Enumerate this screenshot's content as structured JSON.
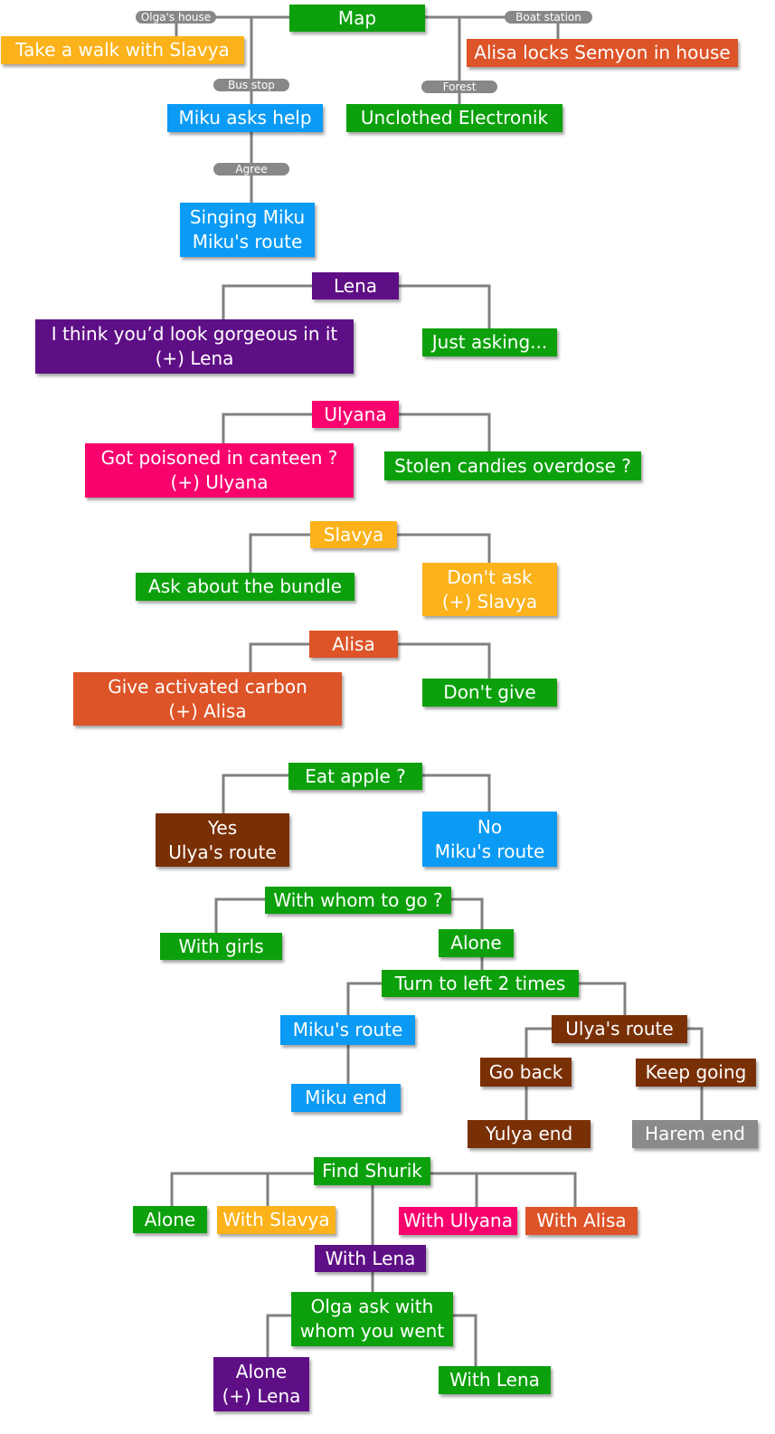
{
  "colors": {
    "green": "#0ca10c",
    "orange": "#fbb21b",
    "red": "#dd5428",
    "blue": "#0b9bf5",
    "purple": "#5f0f86",
    "pink": "#f8036e",
    "brown": "#7a3005",
    "gray": "#8a8a8a",
    "connector": "#808080",
    "pill": "#888888"
  },
  "nodes": {
    "map": "Map",
    "walk_slavya": "Take a walk with Slavya",
    "alisa_locks": "Alisa locks Semyon in house",
    "miku_asks": "Miku asks help",
    "unclothed": "Unclothed Electronik",
    "singing_miku": [
      "Singing Miku",
      "Miku's route"
    ],
    "lena": "Lena",
    "lena_gorgeous": [
      "I think you’d look gorgeous in it",
      "(+) Lena"
    ],
    "just_asking": "Just asking...",
    "ulyana": "Ulyana",
    "poisoned": [
      "Got poisoned in canteen ?",
      "(+) Ulyana"
    ],
    "candies": "Stolen candies overdose ?",
    "slavya": "Slavya",
    "bundle": "Ask about the bundle",
    "dont_ask": [
      "Don't ask",
      "(+) Slavya"
    ],
    "alisa": "Alisa",
    "carbon": [
      "Give activated carbon",
      "(+) Alisa"
    ],
    "dont_give": "Don't give",
    "apple": "Eat apple ?",
    "yes": [
      "Yes",
      "Ulya's route"
    ],
    "no": [
      "No",
      "Miku's route"
    ],
    "whom": "With whom to go ?",
    "with_girls": "With girls",
    "alone1": "Alone",
    "turn_left": "Turn to left 2 times",
    "miku_route": "Miku's route",
    "ulya_route": "Ulya's route",
    "miku_end": "Miku end",
    "go_back": "Go back",
    "keep_going": "Keep going",
    "yulya_end": "Yulya end",
    "harem_end": "Harem end",
    "find_shurik": "Find Shurik",
    "alone2": "Alone",
    "with_slavya": "With Slavya",
    "with_ulyana": "With Ulyana",
    "with_alisa": "With Alisa",
    "with_lena1": "With Lena",
    "olga_ask": [
      "Olga ask with",
      "whom you went"
    ],
    "alone_lena": [
      "Alone",
      "(+) Lena"
    ],
    "with_lena2": "With Lena"
  },
  "pills": {
    "olgas_house": "Olga's house",
    "boat_station": "Boat station",
    "bus_stop": "Bus stop",
    "forest": "Forest",
    "agree": "Agree"
  }
}
